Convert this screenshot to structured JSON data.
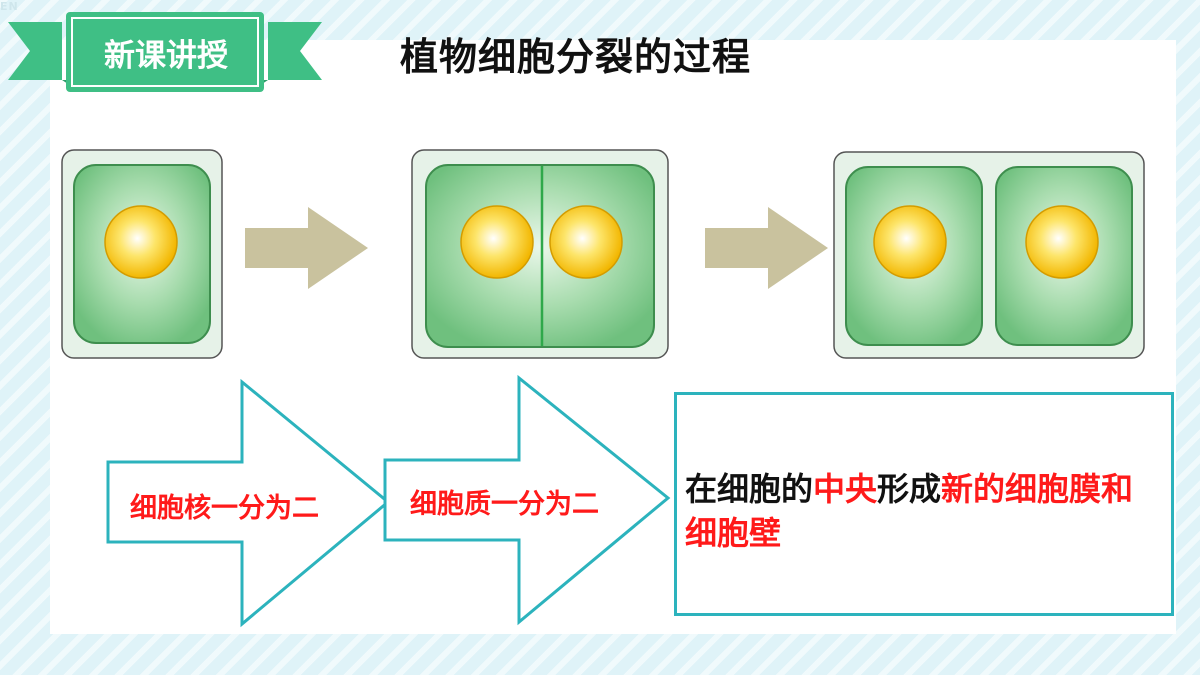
{
  "header": {
    "badge_label": "新课讲授",
    "title": "植物细胞分裂的过程",
    "corner_mark": "EN"
  },
  "steps": [
    {
      "label": "细胞核一分为二"
    },
    {
      "label": "细胞质一分为二"
    }
  ],
  "result": {
    "segments": [
      {
        "text": "在细胞的",
        "color": "#111111"
      },
      {
        "text": "中央",
        "color": "#ff1a1a"
      },
      {
        "text": "形成",
        "color": "#111111"
      },
      {
        "text": "新的细胞膜和细胞壁",
        "color": "#ff1a1a"
      }
    ]
  },
  "colors": {
    "badge_green": "#3fbf85",
    "badge_dark": "#2d9c6a",
    "cell_wall": "#e6f2e8",
    "cytoplasm": "#7fc98d",
    "nucleus": "#f4c20d",
    "process_arrow": "#c9c29e",
    "outline_teal": "#2cb3bd",
    "accent_red": "#ff1a1a"
  }
}
